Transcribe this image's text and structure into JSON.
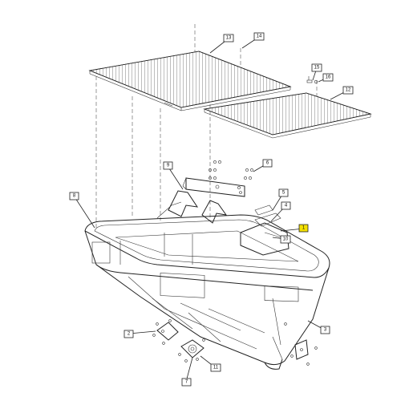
{
  "colors": {
    "highlight": "#f3e000",
    "ink": "#222222",
    "background": "#ffffff"
  },
  "callouts": [
    {
      "id": "c1",
      "label": "1",
      "highlighted": true
    },
    {
      "id": "c2",
      "label": "2",
      "highlighted": false
    },
    {
      "id": "c3",
      "label": "3",
      "highlighted": false
    },
    {
      "id": "c4",
      "label": "4",
      "highlighted": false
    },
    {
      "id": "c5",
      "label": "5",
      "highlighted": false
    },
    {
      "id": "c6",
      "label": "6",
      "highlighted": false
    },
    {
      "id": "c7",
      "label": "7",
      "highlighted": false
    },
    {
      "id": "c8",
      "label": "8",
      "highlighted": false
    },
    {
      "id": "c9",
      "label": "9",
      "highlighted": false
    },
    {
      "id": "c10",
      "label": "10",
      "highlighted": false
    },
    {
      "id": "c11",
      "label": "11",
      "highlighted": false
    },
    {
      "id": "c12",
      "label": "12",
      "highlighted": false
    },
    {
      "id": "c13",
      "label": "13",
      "highlighted": false
    },
    {
      "id": "c14",
      "label": "14",
      "highlighted": false
    },
    {
      "id": "c15",
      "label": "15",
      "highlighted": false
    },
    {
      "id": "c16",
      "label": "16",
      "highlighted": false
    }
  ]
}
